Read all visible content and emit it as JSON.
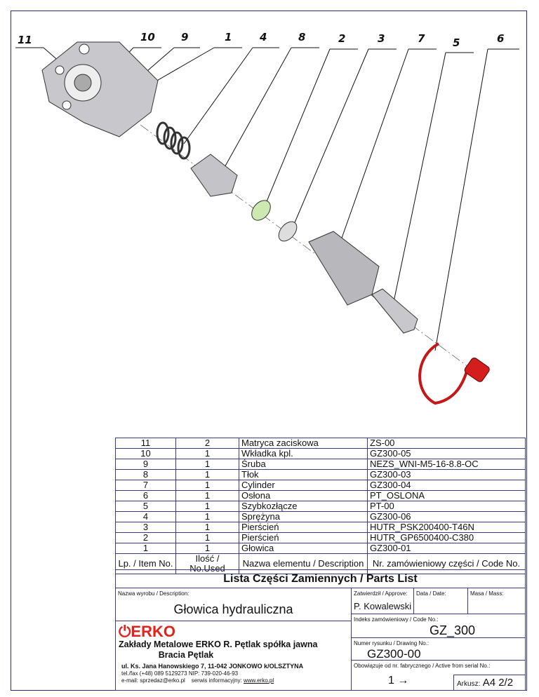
{
  "callouts": [
    "11",
    "10",
    "9",
    "1",
    "4",
    "8",
    "2",
    "3",
    "7",
    "5",
    "6"
  ],
  "parts": [
    {
      "item": "11",
      "qty": "2",
      "name": "Matryca zaciskowa",
      "code": "ZS-00"
    },
    {
      "item": "10",
      "qty": "1",
      "name": "Wkładka kpl.",
      "code": "GZ300-05"
    },
    {
      "item": "9",
      "qty": "1",
      "name": "Śruba",
      "code": "NEZS_WNI-M5-16-8.8-OC"
    },
    {
      "item": "8",
      "qty": "1",
      "name": "Tłok",
      "code": "GZ300-03"
    },
    {
      "item": "7",
      "qty": "1",
      "name": "Cylinder",
      "code": "GZ300-04"
    },
    {
      "item": "6",
      "qty": "1",
      "name": "Osłona",
      "code": "PT_OSLONA"
    },
    {
      "item": "5",
      "qty": "1",
      "name": "Szybkozłącze",
      "code": "PT-00"
    },
    {
      "item": "4",
      "qty": "1",
      "name": "Sprężyna",
      "code": "GZ300-06"
    },
    {
      "item": "3",
      "qty": "1",
      "name": "Pierścień",
      "code": "HUTR_PSK200400-T46N"
    },
    {
      "item": "2",
      "qty": "1",
      "name": "Pierścień",
      "code": "HUTR_GP6500400-C380"
    },
    {
      "item": "1",
      "qty": "1",
      "name": "Głowica",
      "code": "GZ300-01"
    }
  ],
  "headers": {
    "item": "Lp. / Item No.",
    "qty": "Ilość / No.Used",
    "name": "Nazwa elementu / Description",
    "code": "Nr. zamówieniowy części / Code No."
  },
  "title": "Lista Części Zamiennych  /  Parts List",
  "titleblock": {
    "desc_label": "Nazwa wyrobu / Description:",
    "desc": "Głowica hydrauliczna",
    "approve_label": "Zatwierdził / Approve:",
    "approve": "P. Kowalewski",
    "date_label": "Data / Date:",
    "mass_label": "Masa / Mass:",
    "code_label": "Indeks zamówieniowy / Code No.:",
    "code": "GZ_300",
    "drawing_label": "Numer rysunku / Drawing No.:",
    "drawing": "GZ300-00",
    "serial_label": "Obowiązuje od nr. fabrycznego / Active from serial No.:",
    "serial": "1 →",
    "sheet_label": "Arkusz:",
    "sheet_size": "A4",
    "sheet": "2/2",
    "logo": "ERKO",
    "company": "Zakłady Metalowe ERKO R. Pętlak spółka jawna",
    "company2": "Bracia Pętlak",
    "address": "ul. Ks. Jana Hanowskiego 7,  11-042 JONKOWO k/OLSZTYNA",
    "phone": "tel./fax (+48) 089 5129273   NIP: 739-020-46-93",
    "email": "e-mail: sprzedaz@erko.pl",
    "service_label": "serwis informacyjny:",
    "www": "www.erko.pl"
  },
  "colors": {
    "border": "#3a3d7a",
    "logo": "#e3231b",
    "cap": "#d41e1e"
  }
}
